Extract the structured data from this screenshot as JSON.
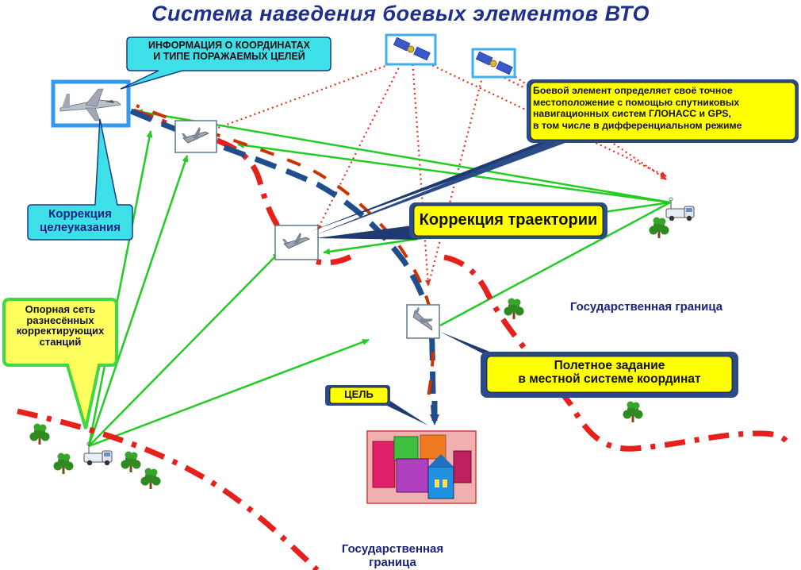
{
  "title": "Система наведения  боевых элементов ВТО",
  "callouts": {
    "info_coords": [
      "ИНФОРМАЦИЯ О КООРДИНАТАХ",
      "И ТИПЕ ПОРАЖАЕМЫХ ЦЕЛЕЙ"
    ],
    "target_correction": [
      "Коррекция",
      "целеуказания"
    ],
    "reference_network": [
      "Опорная сеть",
      "разнесённых",
      "корректирующих",
      "станций"
    ],
    "satellite_positioning": [
      "Боевой элемент определяет своё точное",
      "местоположение с помощью спутниковых",
      "навигационных систем ГЛОНАСС и GPS,",
      "в том числе в дифференциальном режиме"
    ],
    "trajectory_correction": "Коррекция траектории",
    "flight_task": [
      "Полетное задание",
      "в местной системе координат"
    ],
    "target": "ЦЕЛЬ"
  },
  "border_labels": {
    "right": "Государственная граница",
    "bottom": [
      "Государственная",
      "граница"
    ]
  },
  "colors": {
    "title": "#1f2f8c",
    "cyan_callout": "#3ee0e8",
    "yellow_callout": "#ffff00",
    "border_dash": "#e8201c",
    "track_dash": "#1f4e8c",
    "track_red": "#cc3300",
    "link_green": "#22cc22",
    "sat_dotted": "#e83020"
  },
  "icons": [
    "aircraft-icon",
    "satellite-icon",
    "munition-icon",
    "vehicle-icon",
    "tree-icon",
    "city-icon"
  ]
}
